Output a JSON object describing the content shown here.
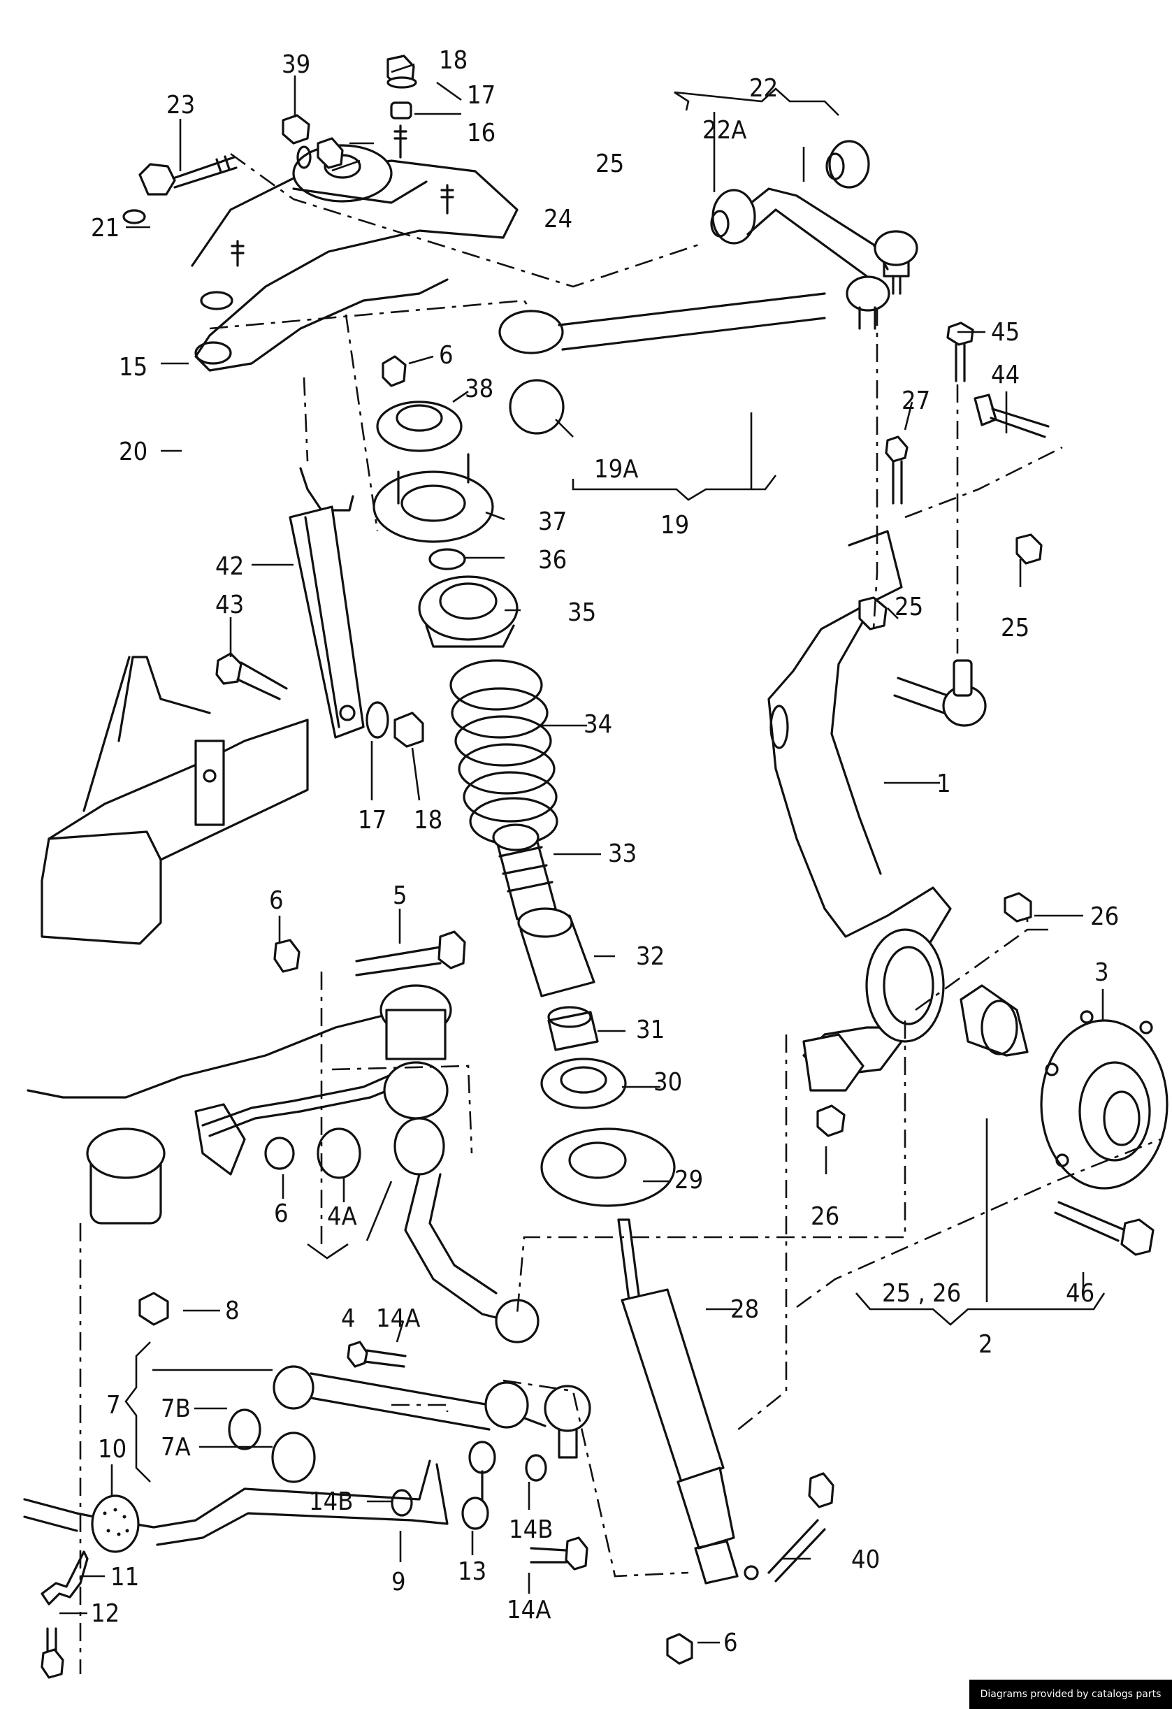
{
  "diagram": {
    "title": "Front suspension exploded parts diagram",
    "callouts": [
      {
        "id": "c18a",
        "label": "18"
      },
      {
        "id": "c39",
        "label": "39"
      },
      {
        "id": "c17a",
        "label": "17"
      },
      {
        "id": "c16",
        "label": "16"
      },
      {
        "id": "c23",
        "label": "23"
      },
      {
        "id": "c25a",
        "label": "25"
      },
      {
        "id": "c24",
        "label": "24"
      },
      {
        "id": "c21",
        "label": "21"
      },
      {
        "id": "c22",
        "label": "22"
      },
      {
        "id": "c22A",
        "label": "22A"
      },
      {
        "id": "c15",
        "label": "15"
      },
      {
        "id": "c6a",
        "label": "6"
      },
      {
        "id": "c45",
        "label": "45"
      },
      {
        "id": "c44",
        "label": "44"
      },
      {
        "id": "c38",
        "label": "38"
      },
      {
        "id": "c20",
        "label": "20"
      },
      {
        "id": "c27",
        "label": "27"
      },
      {
        "id": "c19A",
        "label": "19A"
      },
      {
        "id": "c19",
        "label": "19"
      },
      {
        "id": "c37",
        "label": "37"
      },
      {
        "id": "c36",
        "label": "36"
      },
      {
        "id": "c42",
        "label": "42"
      },
      {
        "id": "c35",
        "label": "35"
      },
      {
        "id": "c25b",
        "label": "25"
      },
      {
        "id": "c25c",
        "label": "25"
      },
      {
        "id": "c43",
        "label": "43"
      },
      {
        "id": "c34",
        "label": "34"
      },
      {
        "id": "c1",
        "label": "1"
      },
      {
        "id": "c17b",
        "label": "17"
      },
      {
        "id": "c18b",
        "label": "18"
      },
      {
        "id": "c33",
        "label": "33"
      },
      {
        "id": "c26a",
        "label": "26"
      },
      {
        "id": "c6b",
        "label": "6"
      },
      {
        "id": "c5",
        "label": "5"
      },
      {
        "id": "c32",
        "label": "32"
      },
      {
        "id": "c3",
        "label": "3"
      },
      {
        "id": "c31",
        "label": "31"
      },
      {
        "id": "c30",
        "label": "30"
      },
      {
        "id": "c29",
        "label": "29"
      },
      {
        "id": "c26b",
        "label": "26"
      },
      {
        "id": "c6c",
        "label": "6"
      },
      {
        "id": "c4A",
        "label": "4A"
      },
      {
        "id": "c8",
        "label": "8"
      },
      {
        "id": "c4",
        "label": "4"
      },
      {
        "id": "c14Aa",
        "label": "14A"
      },
      {
        "id": "c28",
        "label": "28"
      },
      {
        "id": "c2526",
        "label": "25 , 26"
      },
      {
        "id": "c46",
        "label": "46"
      },
      {
        "id": "c2",
        "label": "2"
      },
      {
        "id": "c7",
        "label": "7"
      },
      {
        "id": "c7B",
        "label": "7B"
      },
      {
        "id": "c7A",
        "label": "7A"
      },
      {
        "id": "c10",
        "label": "10"
      },
      {
        "id": "c14Ba",
        "label": "14B"
      },
      {
        "id": "c14Bb",
        "label": "14B"
      },
      {
        "id": "c40",
        "label": "40"
      },
      {
        "id": "c13",
        "label": "13"
      },
      {
        "id": "c9",
        "label": "9"
      },
      {
        "id": "c14Ab",
        "label": "14A"
      },
      {
        "id": "c11",
        "label": "11"
      },
      {
        "id": "c6d",
        "label": "6"
      },
      {
        "id": "c12",
        "label": "12"
      }
    ]
  },
  "footer": {
    "credit": "Diagrams provided by catalogs parts"
  }
}
